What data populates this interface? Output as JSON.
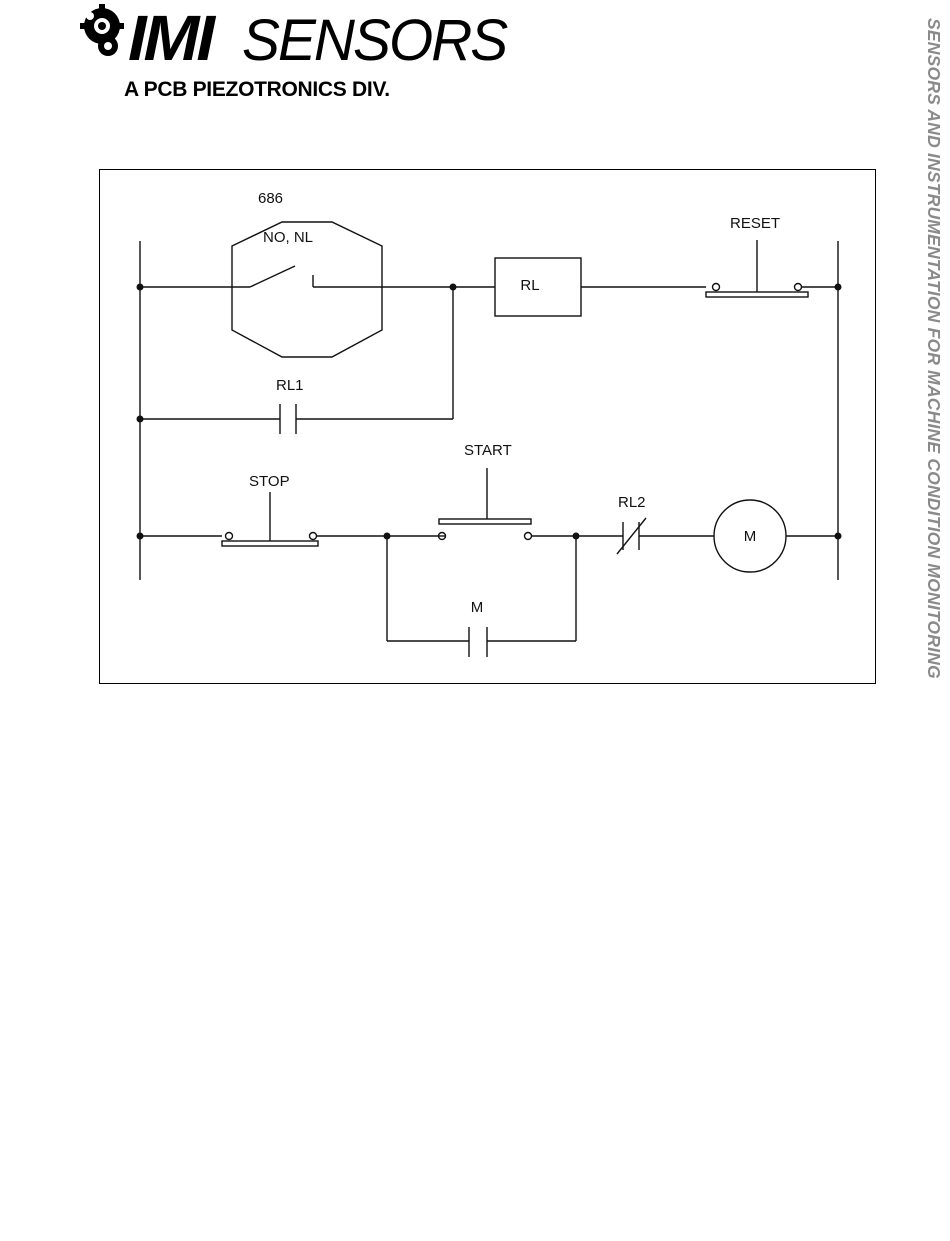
{
  "brand": {
    "logo_imi": "IMI",
    "logo_sensors": "SENSORS",
    "tagline": "A PCB PIEZOTRONICS DIV."
  },
  "side_banner": "SENSORS AND INSTRUMENTATION FOR MACHINE CONDITION MONITORING",
  "diagram": {
    "switch_model": "686",
    "switch_contact": "NO, NL",
    "relay_coil": "RL",
    "reset_button": "RESET",
    "relay_contact_1": "RL1",
    "stop_button": "STOP",
    "start_button": "START",
    "relay_contact_2": "RL2",
    "motor": "M",
    "motor_contact": "M"
  },
  "colors": {
    "line": "#111111",
    "side_text": "#8a8a8a"
  }
}
